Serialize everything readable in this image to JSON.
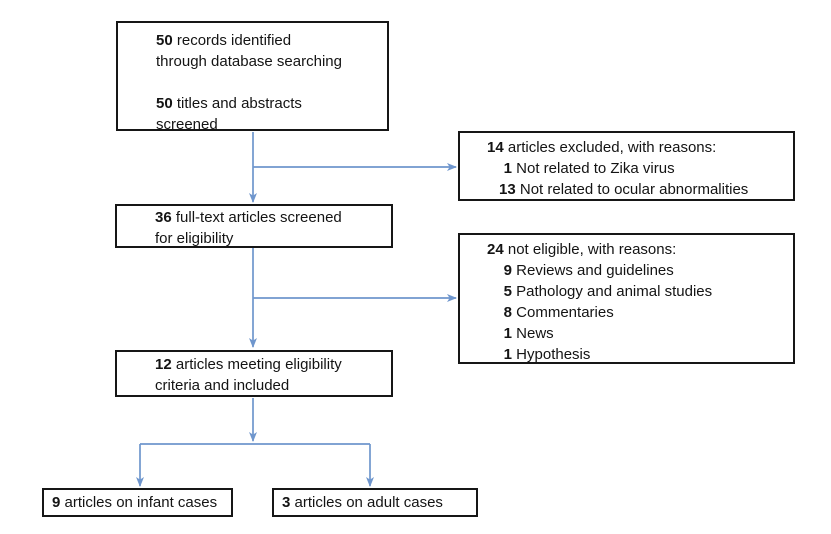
{
  "diagram": {
    "type": "flowchart",
    "arrow_color": "#6f96cd",
    "box_border_color": "#161616",
    "boxes": {
      "identified": {
        "l1_num": "50",
        "l1_text": "records identified",
        "l2_text": "through database searching",
        "l3_num": "50",
        "l3_text": "titles and abstracts",
        "l4_text": "screened"
      },
      "excluded": {
        "title_num": "14",
        "title_text": "articles excluded, with reasons:",
        "i1_num": "1",
        "i1_text": "Not related to Zika virus",
        "i2_num": "13",
        "i2_text": "Not related to ocular abnormalities"
      },
      "fulltext": {
        "l1_num": "36",
        "l1_text": "full-text articles screened",
        "l2_text": "for eligibility"
      },
      "noteligible": {
        "title_num": "24",
        "title_text": "not eligible, with reasons:",
        "i1_num": "9",
        "i1_text": "Reviews and guidelines",
        "i2_num": "5",
        "i2_text": "Pathology and animal studies",
        "i3_num": "8",
        "i3_text": "Commentaries",
        "i4_num": "1",
        "i4_text": "News",
        "i5_num": "1",
        "i5_text": "Hypothesis"
      },
      "eligible": {
        "l1_num": "12",
        "l1_text": "articles meeting eligibility",
        "l2_text": "criteria and included"
      },
      "infant": {
        "num": "9",
        "text": "articles on infant cases"
      },
      "adult": {
        "num": "3",
        "text": "articles on adult cases"
      }
    }
  }
}
